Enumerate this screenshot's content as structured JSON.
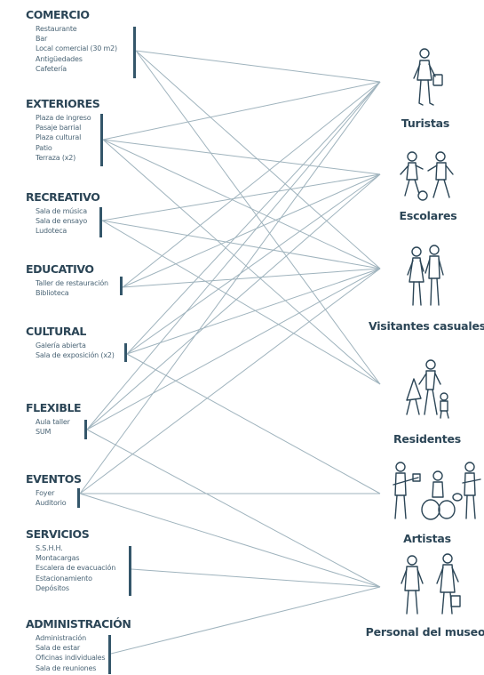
{
  "groups": [
    {
      "id": "comercio",
      "title": "COMERCIO",
      "items": [
        "Restaurante",
        "Bar",
        "Local comercial (30 m2)",
        "Antigüedades",
        "Cafetería"
      ]
    },
    {
      "id": "exteriores",
      "title": "EXTERIORES",
      "items": [
        "Plaza de ingreso",
        "Pasaje barrial",
        "Plaza cultural",
        "Patio",
        "Terraza (x2)"
      ]
    },
    {
      "id": "recreativo",
      "title": "RECREATIVO",
      "items": [
        "Sala de música",
        "Sala de ensayo",
        "Ludoteca"
      ]
    },
    {
      "id": "educativo",
      "title": "EDUCATIVO",
      "items": [
        "Taller de restauración",
        "Biblioteca"
      ]
    },
    {
      "id": "cultural",
      "title": "CULTURAL",
      "items": [
        "Galería abierta",
        "Sala de exposición (x2)"
      ]
    },
    {
      "id": "flexible",
      "title": "FLEXIBLE",
      "items": [
        "Aula taller",
        "SUM"
      ]
    },
    {
      "id": "eventos",
      "title": "EVENTOS",
      "items": [
        "Foyer",
        "Auditorio"
      ]
    },
    {
      "id": "servicios",
      "title": "SERVICIOS",
      "items": [
        "S.S.H.H.",
        "Montacargas",
        "Escalera de evacuación",
        "Estacionamiento",
        "Depósitos"
      ]
    },
    {
      "id": "administracion",
      "title": "ADMINISTRACIÓN",
      "items": [
        "Administración",
        "Sala de estar",
        "Oficinas individuales",
        "Sala de reuniones"
      ]
    }
  ],
  "personas": [
    {
      "id": "turistas",
      "label": "Turistas",
      "icon": "tourist-icon"
    },
    {
      "id": "escolares",
      "label": "Escolares",
      "icon": "children-playing-icon"
    },
    {
      "id": "visitantes",
      "label": "Visitantes casuales",
      "icon": "couple-walking-icon"
    },
    {
      "id": "residentes",
      "label": "Residentes",
      "icon": "family-icon"
    },
    {
      "id": "artistas",
      "label": "Artistas",
      "icon": "band-musicians-icon"
    },
    {
      "id": "personal",
      "label": "Personal del museo",
      "icon": "museum-staff-icon"
    }
  ],
  "links": [
    [
      "comercio",
      "turistas"
    ],
    [
      "comercio",
      "visitantes"
    ],
    [
      "comercio",
      "residentes"
    ],
    [
      "exteriores",
      "turistas"
    ],
    [
      "exteriores",
      "escolares"
    ],
    [
      "exteriores",
      "visitantes"
    ],
    [
      "exteriores",
      "residentes"
    ],
    [
      "recreativo",
      "visitantes"
    ],
    [
      "recreativo",
      "escolares"
    ],
    [
      "recreativo",
      "residentes"
    ],
    [
      "educativo",
      "turistas"
    ],
    [
      "educativo",
      "escolares"
    ],
    [
      "educativo",
      "visitantes"
    ],
    [
      "cultural",
      "turistas"
    ],
    [
      "cultural",
      "escolares"
    ],
    [
      "cultural",
      "visitantes"
    ],
    [
      "cultural",
      "artistas"
    ],
    [
      "flexible",
      "turistas"
    ],
    [
      "flexible",
      "escolares"
    ],
    [
      "flexible",
      "visitantes"
    ],
    [
      "flexible",
      "personal"
    ],
    [
      "eventos",
      "turistas"
    ],
    [
      "eventos",
      "visitantes"
    ],
    [
      "eventos",
      "artistas"
    ],
    [
      "eventos",
      "personal"
    ],
    [
      "servicios",
      "personal"
    ],
    [
      "administracion",
      "personal"
    ]
  ],
  "colors": {
    "text": "#2b4556",
    "bar": "#34566a",
    "line": "#9fb3bd"
  }
}
